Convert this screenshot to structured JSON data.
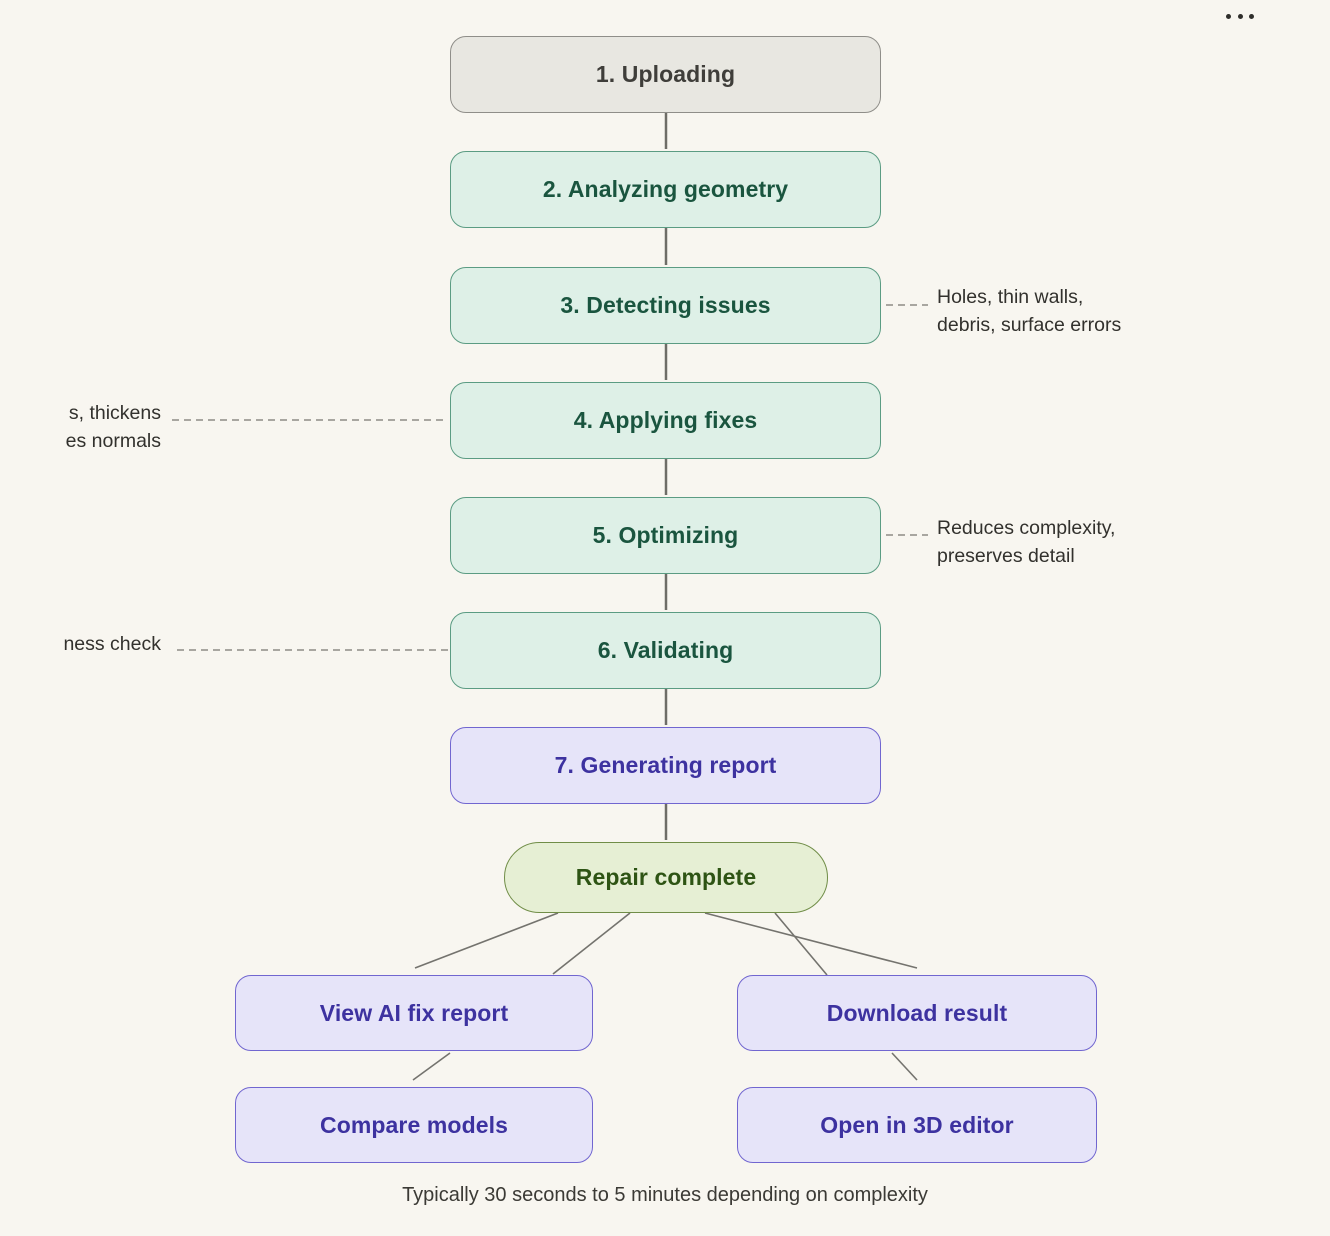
{
  "palette": {
    "background": "#f8f6f0",
    "gray_fill": "#e8e7e1",
    "gray_border": "#8f8e89",
    "gray_text": "#3f3e3a",
    "green_fill": "#def0e7",
    "green_border": "#5b9c83",
    "green_text": "#1a553f",
    "purple_fill": "#e6e4f9",
    "purple_border": "#7166d0",
    "purple_text": "#3d32a0",
    "pill_fill": "#e6efd4",
    "pill_border": "#708d47",
    "pill_text": "#2e5414",
    "connector_line": "#6e6d67",
    "dashed_line": "#8d8c86",
    "annotation_text": "#32312d"
  },
  "more_menu": {
    "icon": "ellipsis-icon"
  },
  "steps": [
    {
      "label": "1. Uploading"
    },
    {
      "label": "2. Analyzing geometry"
    },
    {
      "label": "3. Detecting issues"
    },
    {
      "label": "4. Applying fixes"
    },
    {
      "label": "5. Optimizing"
    },
    {
      "label": "6. Validating"
    },
    {
      "label": "7. Generating report"
    }
  ],
  "annotations": {
    "detect_right": "Holes, thin walls,\ndebris, surface errors",
    "fixes_left": "s, thickens\nes normals",
    "optimize_right": "Reduces complexity,\npreserves detail",
    "validate_left": "ness check"
  },
  "terminal": {
    "label": "Repair complete"
  },
  "actions": [
    {
      "label": "View AI fix report"
    },
    {
      "label": "Download result"
    },
    {
      "label": "Compare models"
    },
    {
      "label": "Open in 3D editor"
    }
  ],
  "caption": "Typically 30 seconds to 5 minutes depending on complexity"
}
